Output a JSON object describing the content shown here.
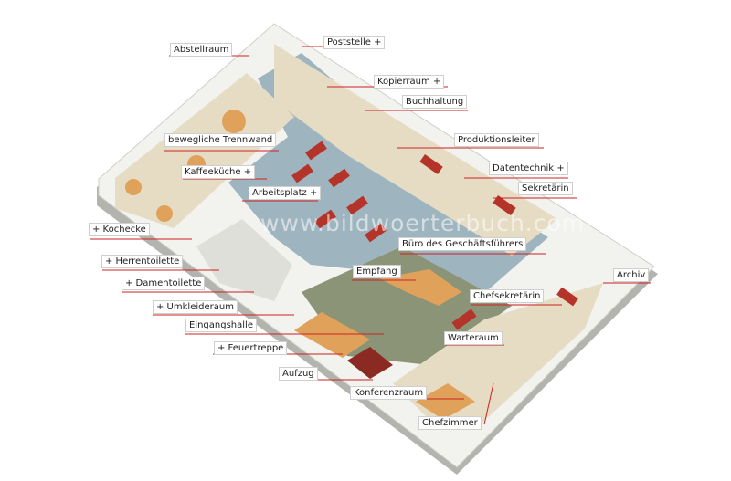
{
  "watermark": "www.bildwoerterbuch.com",
  "colors": {
    "leader_line": "#cc2222",
    "floor_office": "#e6dcc4",
    "floor_corridor": "#9eb5bf",
    "floor_reception": "#8c9478",
    "wall": "#f2f2ef",
    "wall_side": "#b4b4ae",
    "desk": "#b5342a",
    "stairs": "#e0a25a"
  },
  "labels": {
    "abstellraum": "Abstellraum",
    "poststelle": "Poststelle +",
    "kopierraum": "Kopierraum +",
    "buchhaltung": "Buchhaltung",
    "trennwand": "bewegliche Trennwand",
    "produktionsleiter": "Produktionsleiter",
    "kaffeekueche": "Kaffeeküche +",
    "datentechnik": "Datentechnik +",
    "arbeitsplatz": "Arbeitsplatz +",
    "sekretaerin": "Sekretärin",
    "kochecke": "+ Kochecke",
    "buero_gf": "Büro des Geschäftsführers",
    "herrentoilette": "+ Herrentoilette",
    "empfang": "Empfang",
    "archiv": "Archiv",
    "damentoilette": "+ Damentoilette",
    "chefsekretaerin": "Chefsekretärin",
    "umkleideraum": "+ Umkleideraum",
    "eingangshalle": "Eingangshalle",
    "warteraum": "Warteraum",
    "feuertreppe": "+ Feuertreppe",
    "aufzug": "Aufzug",
    "konferenzraum": "Konferenzraum",
    "chefzimmer": "Chefzimmer"
  }
}
